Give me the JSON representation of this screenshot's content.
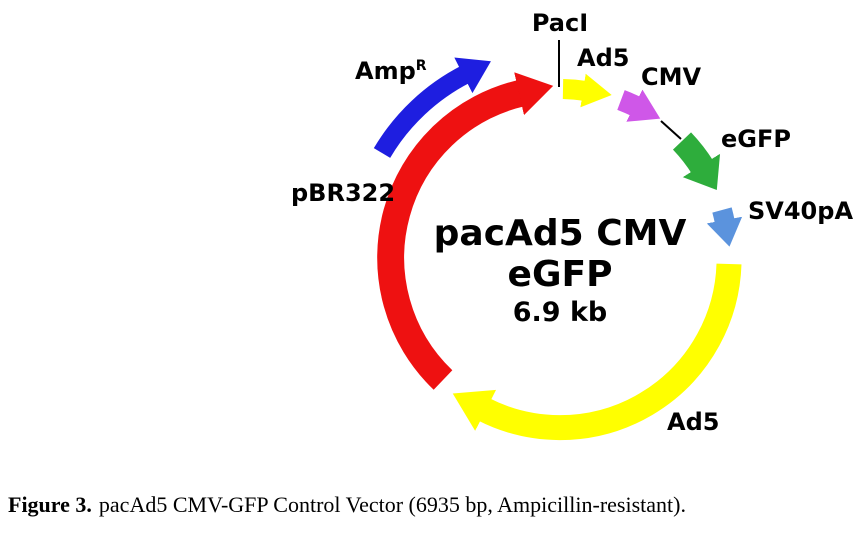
{
  "diagram": {
    "center": {
      "title_line1": "pacAd5 CMV",
      "title_line2": "eGFP",
      "size": "6.9 kb"
    },
    "labels": {
      "pac_site": "PacI",
      "ad5_top": "Ad5",
      "cmv": "CMV",
      "egfp": "eGFP",
      "sv40pa": "SV40pA",
      "ad5_bottom": "Ad5",
      "pbr322": "pBR322",
      "amp": "Amp",
      "amp_sup": "R"
    },
    "colors": {
      "backbone": "#ee1111",
      "amp": "#1e1ee0",
      "ad5": "#ffff00",
      "cmv": "#cf57e8",
      "egfp": "#2ead3c",
      "sv40pa": "#5b93dd",
      "connector": "#000000"
    }
  },
  "caption": {
    "label": "Figure 3.",
    "text": "pacAd5 CMV-GFP Control Vector (6935 bp, Ampicillin-resistant)."
  }
}
